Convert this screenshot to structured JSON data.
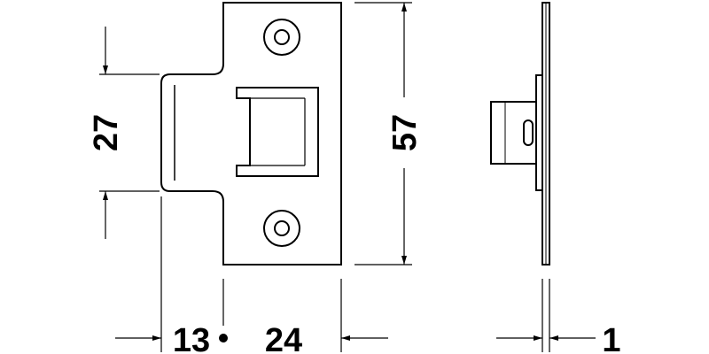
{
  "dimensions": {
    "tongue_height": "27",
    "plate_height": "57",
    "lip_depth": "13",
    "plate_width": "24",
    "plate_thickness": "1"
  },
  "colors": {
    "line": "#000000",
    "background": "#ffffff"
  }
}
